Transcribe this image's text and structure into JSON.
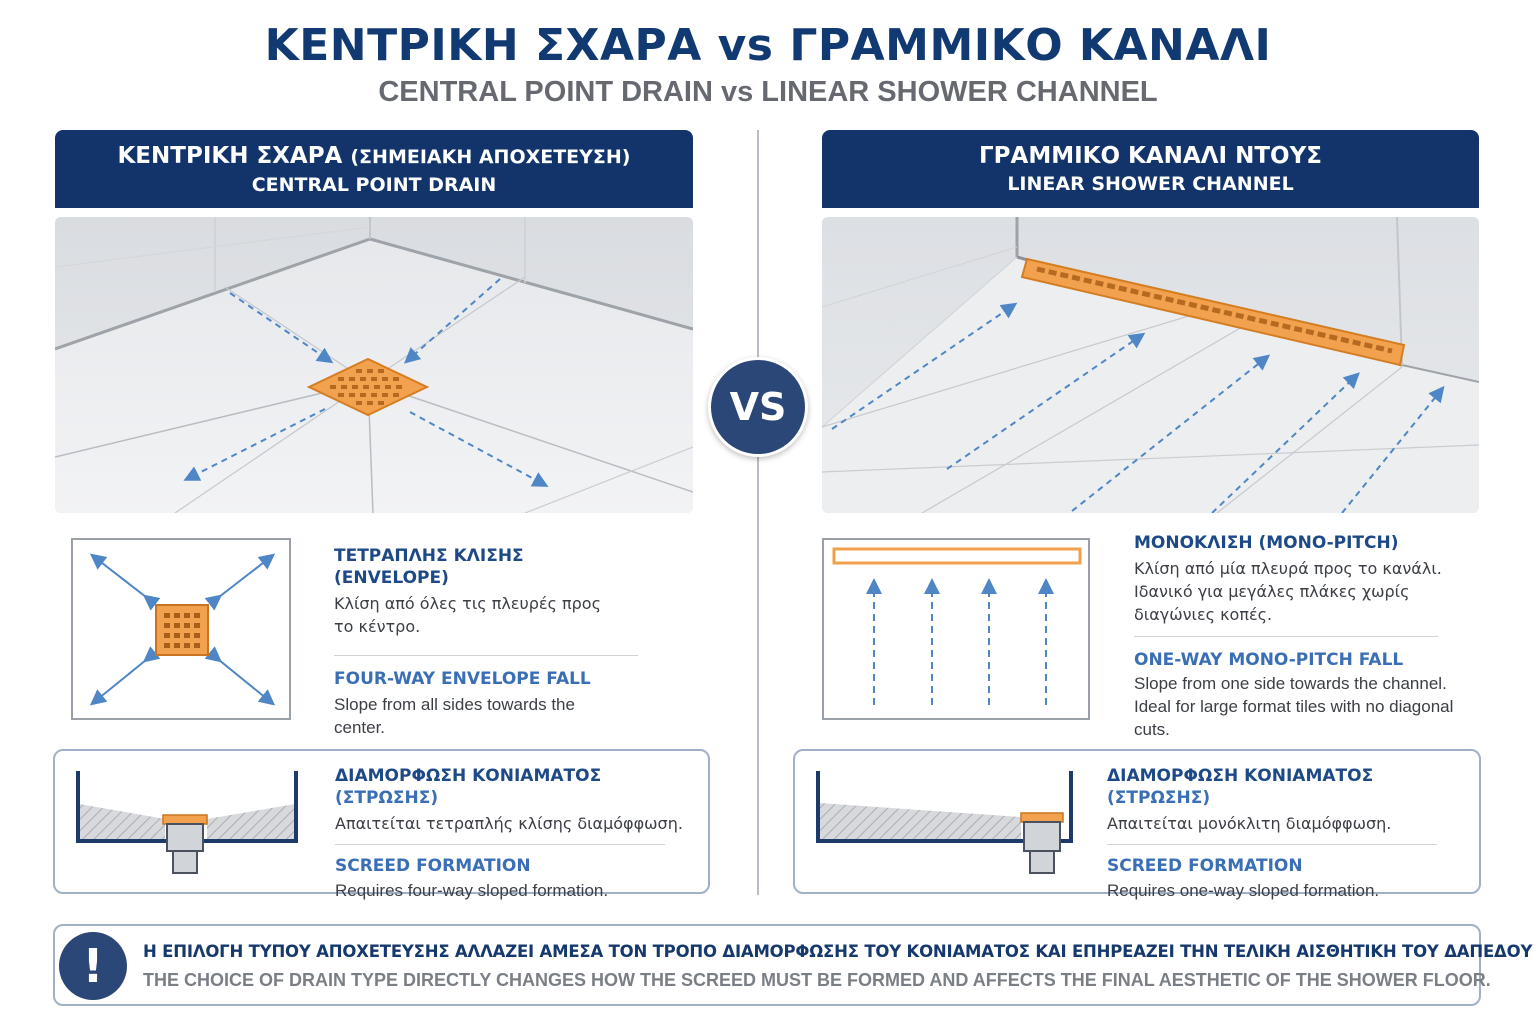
{
  "title": "ΚΕΝΤΡΙΚΗ ΣΧΑΡΑ  vs  ΓΡΑΜΜΙΚΟ ΚΑΝΑΛΙ",
  "subtitle": "CENTRAL POINT DRAIN vs LINEAR SHOWER CHANNEL",
  "vs_label": "VS",
  "left": {
    "header_el": "ΚΕΝΤΡΙΚΗ ΣΧΑΡΑ",
    "header_el_sub": "(ΣΗΜΕΙΑΚΗ ΑΠΟΧΕΤΕΥΣΗ)",
    "header_en": "CENTRAL POINT DRAIN",
    "fall_el_title": "ΤΕΤΡΑΠΛΗΣ ΚΛΙΣΗΣ (ENVELOPE)",
    "fall_el_body": "Κλίση από όλες τις πλευρές προς το κέντρο.",
    "fall_en_title": "FOUR-WAY ENVELOPE FALL",
    "fall_en_body": "Slope from all sides towards the center.",
    "screed_el_title": "ΔΙΑΜΟΡΦΩΣΗ ΚΟΝΙΑΜΑΤΟΣ",
    "screed_el_title_sub": "(ΣΤΡΩΣΗΣ)",
    "screed_el_body": "Απαιτείται τετραπλής κλίσης διαμόφφωση.",
    "screed_en_title": "SCREED FORMATION",
    "screed_en_body": "Requires four-way sloped formation."
  },
  "right": {
    "header_el": "ΓΡΑΜΜΙΚΟ ΚΑΝΑΛΙ ΝΤΟΥΣ",
    "header_en": "LINEAR SHOWER CHANNEL",
    "fall_el_title": "ΜΟΝΟΚΛΙΣΗ (MONO-PITCH)",
    "fall_el_body": "Κλίση από μία πλευρά προς το κανάλι. Ιδανικό για μεγάλες πλάκες χωρίς διαγώνιες κοπές.",
    "fall_en_title": "ONE-WAY MONO-PITCH FALL",
    "fall_en_body": "Slope from one side towards the channel. Ideal for large format tiles with no diagonal cuts.",
    "screed_el_title": "ΔΙΑΜΟΡΦΩΣΗ ΚΟΝΙΑΜΑΤΟΣ",
    "screed_el_title_sub": "(ΣΤΡΩΣΗΣ)",
    "screed_el_body": "Απαιτείται μονόκλιτη διαμόφφωση.",
    "screed_en_title": "SCREED FORMATION",
    "screed_en_body": "Requires one-way sloped formation."
  },
  "note": {
    "icon": "!",
    "el": "Η ΕΠΙΛΟΓΗ ΤΥΠΟΥ ΑΠΟΧΕΤΕΥΣΗΣ ΑΛΛΑΖΕΙ ΑΜΕΣΑ ΤΟΝ ΤΡΟΠΟ ΔΙΑΜΟΡΦΩΣΗΣ ΤΟΥ ΚΟΝΙΑΜΑΤΟΣ ΚΑΙ ΕΠΗΡΕΑΖΕΙ ΤΗΝ ΤΕΛΙΚΗ ΑΙΣΘΗΤΙΚΗ ΤΟΥ ΔΑΠΕΔΟΥ ΝΤΟΥΣ.",
    "en": "THE CHOICE OF DRAIN TYPE DIRECTLY CHANGES HOW THE SCREED MUST BE FORMED AND AFFECTS THE FINAL AESTHETIC OF THE SHOWER FLOOR."
  },
  "colors": {
    "navy": "#12346b",
    "accent_blue": "#3a6fb5",
    "drain_orange": "#f0a04b",
    "arrow_blue": "#4f86c6"
  }
}
